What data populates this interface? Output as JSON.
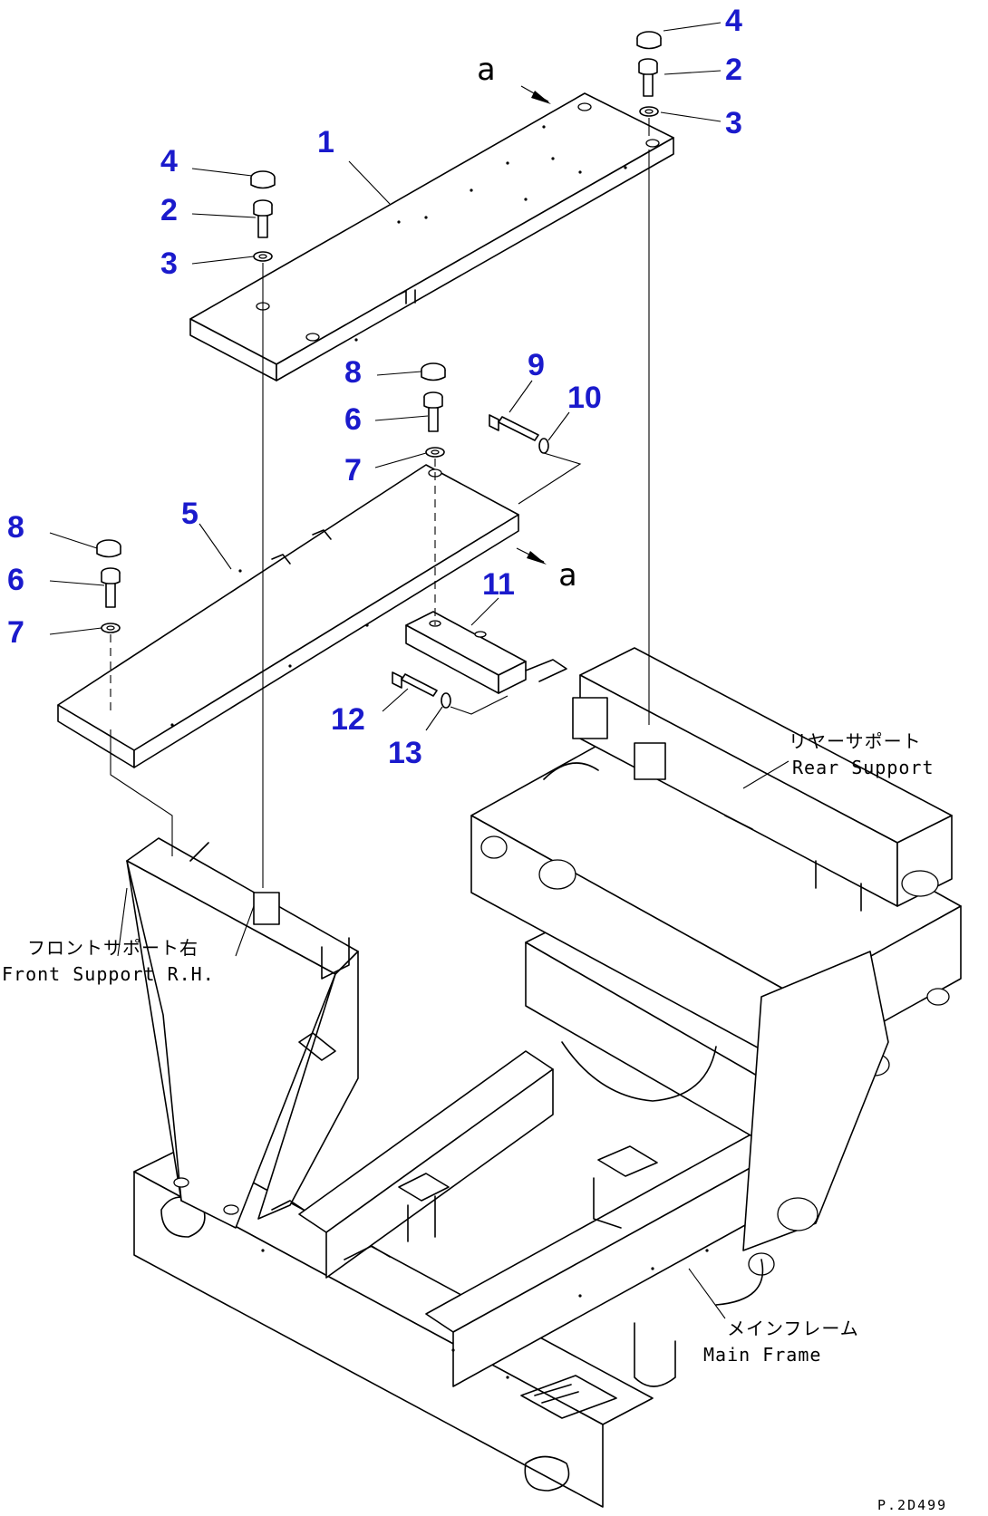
{
  "callouts": [
    "1",
    "2",
    "3",
    "4",
    "5",
    "6",
    "7",
    "8",
    "9",
    "10",
    "11",
    "12",
    "13"
  ],
  "view_mark": "a",
  "labels": {
    "rear_support_jp": "リヤーサポート",
    "rear_support_en": "Rear Support",
    "front_support_jp": "フロントサポート右",
    "front_support_en": "Front Support R.H.",
    "main_frame_jp": "メインフレーム",
    "main_frame_en": "Main Frame"
  },
  "drawing_code": "P.2D499"
}
